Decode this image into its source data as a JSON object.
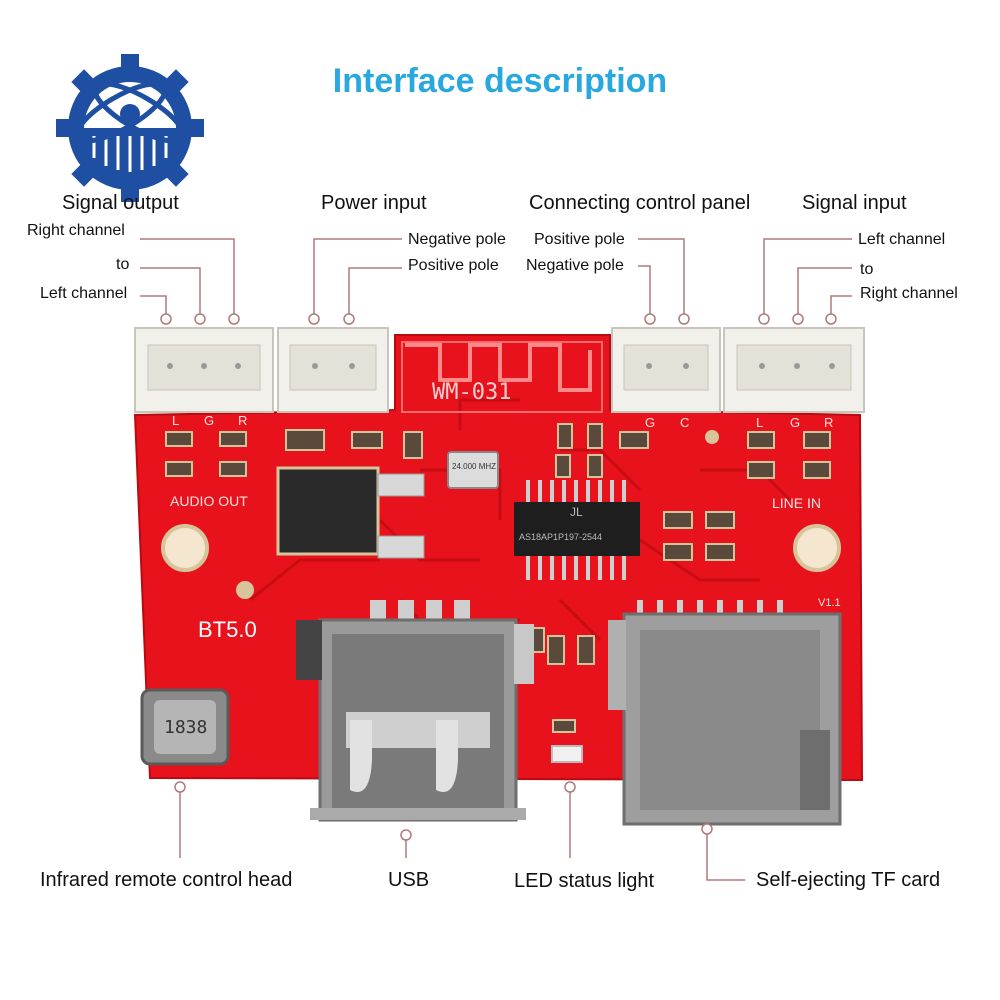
{
  "title": "Interface description",
  "colors": {
    "title": "#29a8e0",
    "pcb": "#e8121c",
    "leader": "#b07a7a"
  },
  "icon": "gear-atom-logo",
  "board": {
    "model": "WM-031",
    "bt_label": "BT5.0",
    "audio_out": "AUDIO OUT",
    "line_in": "LINE IN",
    "ir_code": "1838",
    "crystal": "24.000 MHZ",
    "chip_brand": "JL",
    "chip_text": "AS18AP1P197-2544",
    "pin_l": "L",
    "pin_g": "G",
    "pin_r": "R",
    "pin_c": "C",
    "version": "V1.1"
  },
  "labels": {
    "signal_output": "Signal output",
    "so_right": "Right channel",
    "so_to": "to",
    "so_left": "Left channel",
    "power_input": "Power input",
    "pi_negative": "Negative pole",
    "pi_positive": "Positive pole",
    "connecting_panel": "Connecting control panel",
    "cp_positive": "Positive pole",
    "cp_negative": "Negative pole",
    "signal_input": "Signal input",
    "si_left": "Left channel",
    "si_to": "to",
    "si_right": "Right channel",
    "infrared": "Infrared remote control head",
    "usb": "USB",
    "led": "LED status light",
    "tf": "Self-ejecting TF card"
  }
}
